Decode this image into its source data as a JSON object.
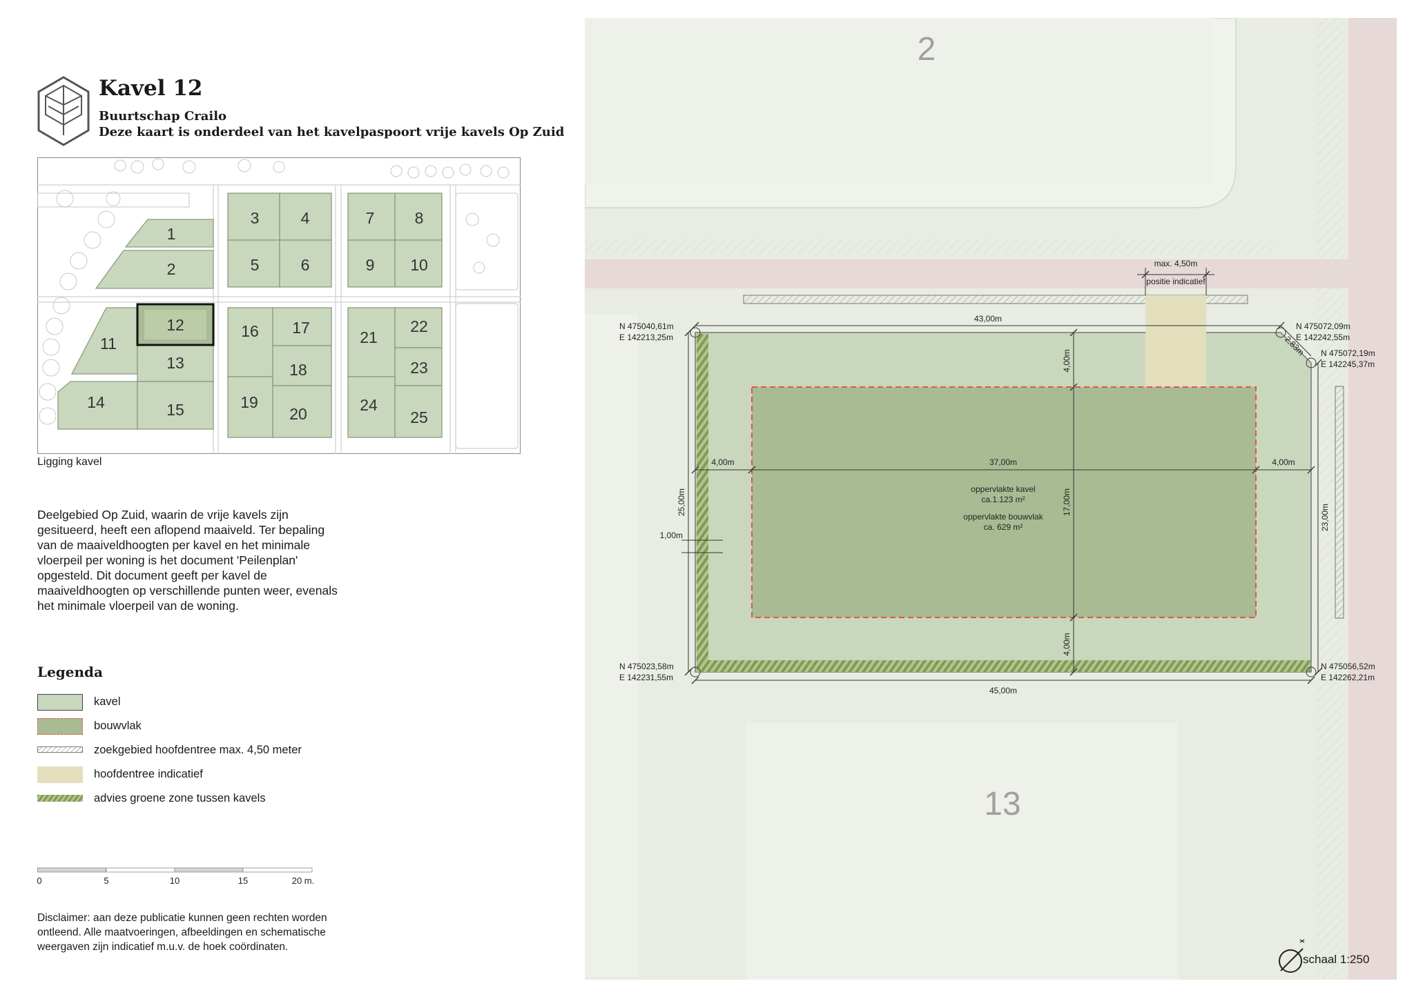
{
  "header": {
    "title": "Kavel 12",
    "subtitle": "Buurtschap Crailo",
    "subtitle2": "Deze kaart is onderdeel van het kavelpaspoort vrije kavels Op Zuid"
  },
  "location_map": {
    "caption": "Ligging kavel",
    "plots": [
      "1",
      "2",
      "3",
      "4",
      "5",
      "6",
      "7",
      "8",
      "9",
      "10",
      "11",
      "12",
      "13",
      "14",
      "15",
      "16",
      "17",
      "18",
      "19",
      "20",
      "21",
      "22",
      "23",
      "24",
      "25"
    ],
    "highlighted": "12"
  },
  "description": "Deelgebied Op Zuid, waarin de vrije kavels zijn gesitueerd, heeft een aflopend maaiveld. Ter bepaling van de maaiveldhoogten per kavel en het minimale vloerpeil per woning is het document 'Peilenplan' opgesteld. Dit document geeft per kavel de maaiveldhoogten op verschillende punten weer, evenals het minimale vloerpeil van de woning.",
  "legend": {
    "title": "Legenda",
    "items": [
      {
        "label": "kavel",
        "color": "#c9d7bd"
      },
      {
        "label": "bouwvlak",
        "color": "#a9bb93"
      },
      {
        "label": "zoekgebied hoofdentree max. 4,50 meter",
        "color": "#ffffff"
      },
      {
        "label": "hoofdentree indicatief",
        "color": "#e3dfbd"
      },
      {
        "label": "advies groene zone tussen kavels",
        "color": "#8faa63"
      }
    ]
  },
  "scale": {
    "ticks": [
      "0",
      "5",
      "10",
      "15",
      "20 m."
    ],
    "label": "schaal 1:250"
  },
  "disclaimer": "Disclaimer: aan deze publicatie kunnen geen rechten worden ontleend. Alle maatvoeringen, afbeeldingen en schematische weergaven zijn indicatief m.u.v. de hoek coördinaten.",
  "plan": {
    "neighbor_top": "2",
    "neighbor_bottom": "13",
    "entree_width": "max. 4,50m",
    "entree_note": "positie indicatief",
    "dim_top": "43,00m",
    "dim_bottom": "45,00m",
    "dim_inner": "37,00m",
    "dim_left_offset": "4,00m",
    "dim_right_offset": "4,00m",
    "dim_top_offset": "4,00m",
    "dim_bottom_offset": "4,00m",
    "dim_height_left": "25,00m",
    "dim_height_inner": "17,00m",
    "dim_height_right": "23,00m",
    "dim_green": "1,00m",
    "dim_corner": "2,83m",
    "area_plot_label": "oppervlakte kavel",
    "area_plot_value": "ca.1.123 m²",
    "area_build_label": "oppervlakte bouwvlak",
    "area_build_value": "ca. 629 m²",
    "coords": {
      "tl_n": "N 475040,61m",
      "tl_e": "E  142213,25m",
      "tr1_n": "N 475072,09m",
      "tr1_e": "E  142242,55m",
      "tr2_n": "N 475072,19m",
      "tr2_e": "E  142245,37m",
      "bl_n": "N 475023,58m",
      "bl_e": "E  142231,55m",
      "br_n": "N 475056,52m",
      "br_e": "E  142262,21m"
    }
  },
  "colors": {
    "plot": "#c9d7bd",
    "build": "#a9bb93",
    "entree": "#e3dfbd",
    "road": "#e6d9d7",
    "ground": "#e8ece2",
    "block": "#eef0ea",
    "boundary_red": "#e0554a"
  }
}
